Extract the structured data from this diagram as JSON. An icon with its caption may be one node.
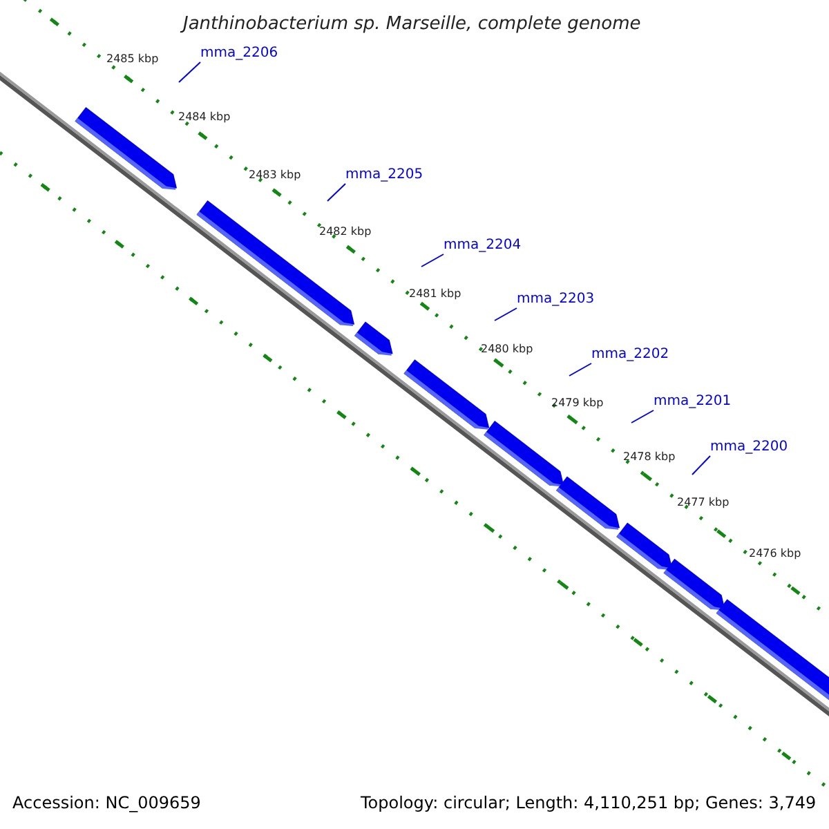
{
  "diagram": {
    "title": "Janthinobacterium sp. Marseille, complete genome",
    "nodes": [
      {
        "text": [
          "mma_2206"
        ]
      },
      {
        "text": [
          "mma_2205"
        ]
      },
      {
        "text": [
          "mma_2204"
        ]
      },
      {
        "text": [
          "mma_2203"
        ]
      },
      {
        "text": [
          "mma_2202"
        ]
      },
      {
        "text": [
          "mma_2201"
        ]
      },
      {
        "text": [
          "mma_2200"
        ]
      }
    ],
    "edges": [
      {
        "from": 0,
        "to": null,
        "arrow": "none"
      },
      {
        "from": 1,
        "to": null,
        "arrow": "none"
      },
      {
        "from": 2,
        "to": null,
        "arrow": "none"
      },
      {
        "from": 3,
        "to": null,
        "arrow": "none"
      },
      {
        "from": 4,
        "to": null,
        "arrow": "none"
      },
      {
        "from": 5,
        "to": null,
        "arrow": "none"
      },
      {
        "from": 6,
        "to": null,
        "arrow": "none"
      }
    ],
    "labels": [
      "2485 kbp",
      "2484 kbp",
      "2483 kbp",
      "2482 kbp",
      "2481 kbp",
      "2480 kbp",
      "2479 kbp",
      "2478 kbp",
      "2477 kbp",
      "2476 kbp",
      "Accession: NC_009659",
      "Topology: circular; Length: 4,110,251 bp; Genes: 3,749"
    ]
  }
}
